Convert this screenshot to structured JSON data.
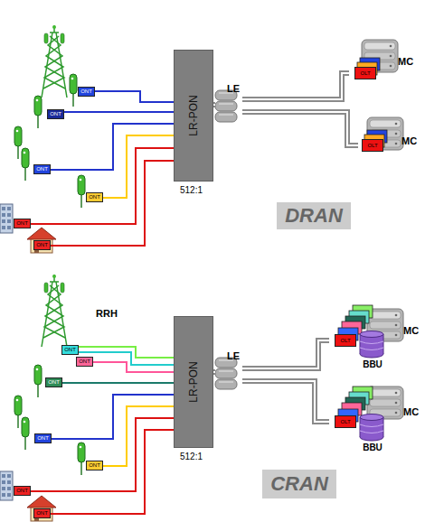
{
  "diagram": {
    "nodes": [
      {
        "text": [
          "LR-PON"
        ]
      },
      {
        "text": [
          "ONT"
        ]
      },
      {
        "text": [
          "ONT"
        ]
      },
      {
        "text": [
          "ONT"
        ]
      },
      {
        "text": [
          "ONT"
        ]
      },
      {
        "text": [
          "ONT"
        ]
      },
      {
        "text": [
          "ONT"
        ]
      },
      {
        "text": [
          "LE"
        ]
      },
      {
        "text": [
          "MC"
        ]
      },
      {
        "text": [
          "OLT"
        ],
        "in": 8
      },
      {
        "text": [
          "MC"
        ]
      },
      {
        "text": [
          "OLT"
        ],
        "in": 10
      },
      {
        "text": [
          "DRAN"
        ]
      },
      {
        "text": [
          "LR-PON"
        ]
      },
      {
        "text": [
          "ONT"
        ]
      },
      {
        "text": [
          "ONT"
        ]
      },
      {
        "text": [
          "ONT"
        ]
      },
      {
        "text": [
          "ONT"
        ]
      },
      {
        "text": [
          "ONT"
        ]
      },
      {
        "text": [
          "ONT"
        ]
      },
      {
        "text": [
          "ONT"
        ]
      },
      {
        "text": [
          "LE"
        ]
      },
      {
        "text": [
          "MC"
        ]
      },
      {
        "text": [
          "OLT"
        ],
        "in": 22
      },
      {
        "text": [
          "BBU"
        ],
        "in": 22
      },
      {
        "text": [
          "MC"
        ]
      },
      {
        "text": [
          "OLT"
        ],
        "in": 25
      },
      {
        "text": [
          "BBU"
        ],
        "in": 25
      },
      {
        "text": [
          "CRAN"
        ]
      }
    ],
    "edges": [
      {
        "from": 1,
        "to": 0,
        "arrow": "none"
      },
      {
        "from": 2,
        "to": 0,
        "arrow": "none"
      },
      {
        "from": 3,
        "to": 0,
        "arrow": "none"
      },
      {
        "from": 4,
        "to": 0,
        "arrow": "none"
      },
      {
        "from": 5,
        "to": 0,
        "arrow": "none"
      },
      {
        "from": 6,
        "to": 0,
        "arrow": "none"
      },
      {
        "from": 0,
        "to": 7,
        "arrow": "none"
      },
      {
        "from": 7,
        "to": 8,
        "arrow": "none"
      },
      {
        "from": 7,
        "to": 10,
        "arrow": "none"
      },
      {
        "from": 14,
        "to": 13,
        "arrow": "none"
      },
      {
        "from": 14,
        "to": 13,
        "arrow": "none"
      },
      {
        "from": 15,
        "to": 13,
        "arrow": "none"
      },
      {
        "from": 16,
        "to": 13,
        "arrow": "none"
      },
      {
        "from": 17,
        "to": 13,
        "arrow": "none"
      },
      {
        "from": 18,
        "to": 13,
        "arrow": "none"
      },
      {
        "from": 19,
        "to": 13,
        "arrow": "none"
      },
      {
        "from": 20,
        "to": 13,
        "arrow": "none"
      },
      {
        "from": 13,
        "to": 21,
        "arrow": "none"
      },
      {
        "from": 21,
        "to": 22,
        "arrow": "none"
      },
      {
        "from": 21,
        "to": 25,
        "arrow": "none"
      }
    ],
    "labels": [
      "512:1",
      "512:1",
      "RRH"
    ]
  }
}
